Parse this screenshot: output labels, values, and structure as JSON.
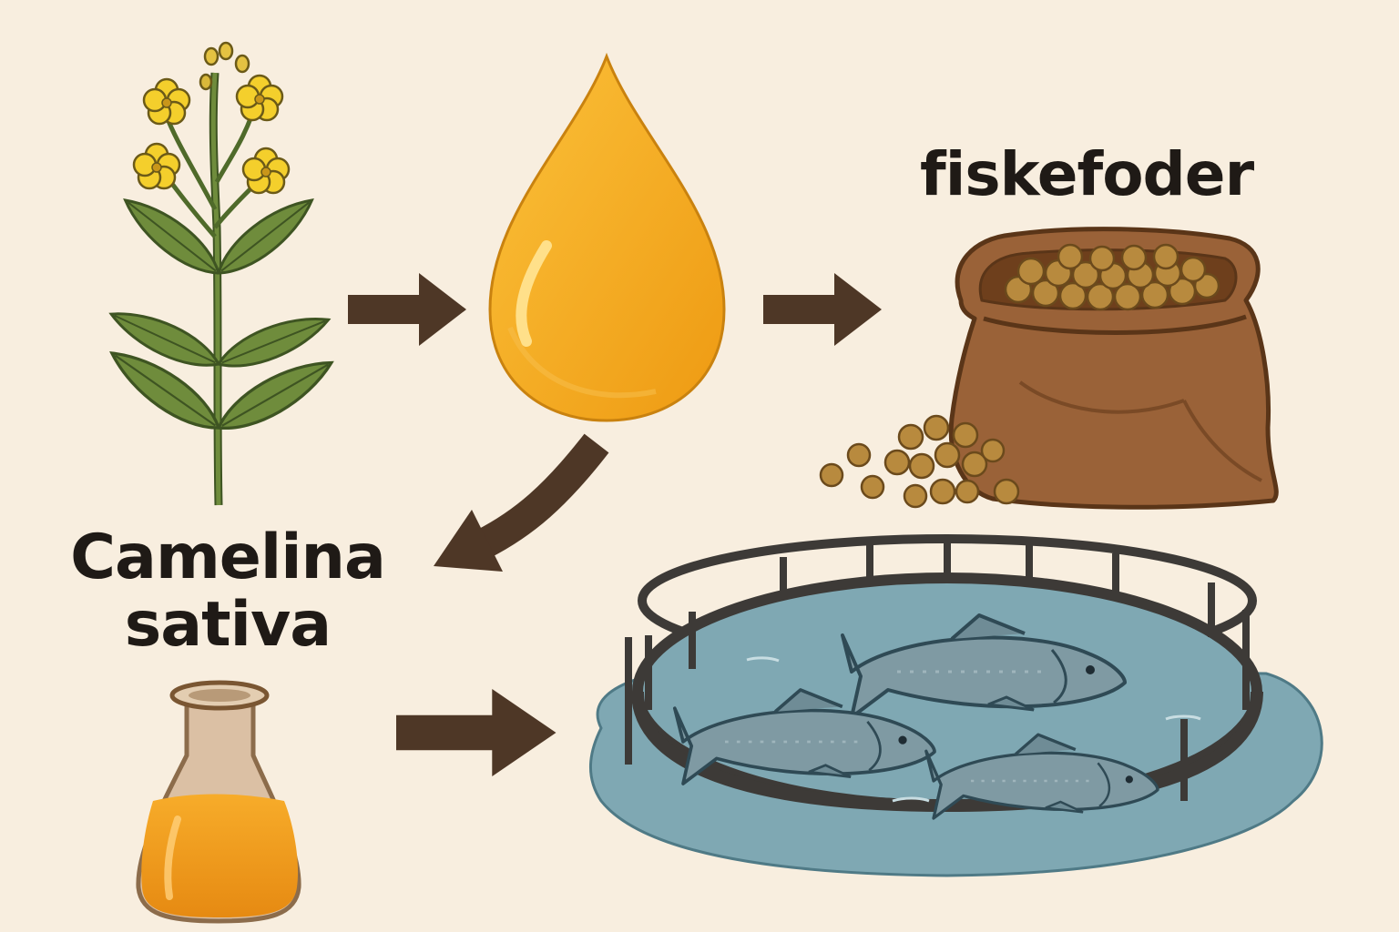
{
  "labels": {
    "feed": "fiskefoder",
    "species_line1": "Camelina",
    "species_line2": "sativa"
  },
  "icons": {
    "plant": "camelina-plant-icon",
    "oil": "oil-drop-icon",
    "feed": "feed-sack-icon",
    "flask": "oil-flask-icon",
    "farm": "fish-pen-icon"
  },
  "colors": {
    "background": "#f8eedf",
    "arrow": "#4e3726",
    "oil": "#f2a71b",
    "flower": "#f4cf2c",
    "leaf": "#6f8c3c",
    "sack": "#9a6238",
    "pellet": "#b88a3e",
    "water": "#7fa8b3",
    "fish": "#7f9aa3",
    "text": "#1f1a16"
  }
}
